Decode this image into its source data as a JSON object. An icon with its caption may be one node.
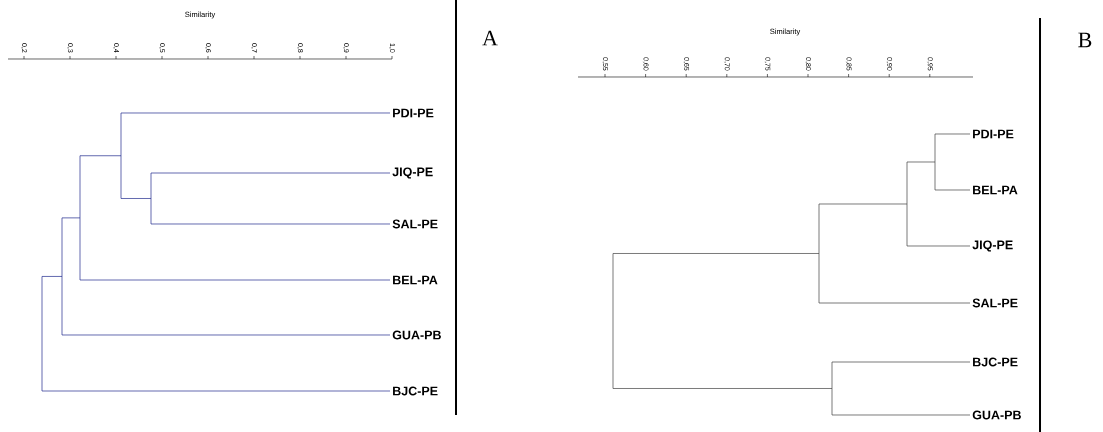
{
  "diagram": {
    "labels": [
      "Similarity",
      "0,2",
      "0,3",
      "0,4",
      "0,5",
      "0,6",
      "0,7",
      "0,8",
      "0,9",
      "1,0",
      "A",
      "PDI-PE",
      "JIQ-PE",
      "SAL-PE",
      "BEL-PA",
      "GUA-PB",
      "BJC-PE",
      "Similarity",
      "0,55",
      "0,60",
      "0,65",
      "0,70",
      "0,75",
      "0,80",
      "0,85",
      "0,90",
      "0,95",
      "B",
      "PDI-PE",
      "BEL-PA",
      "JIQ-PE",
      "SAL-PE",
      "BJC-PE",
      "GUA-PB"
    ]
  }
}
